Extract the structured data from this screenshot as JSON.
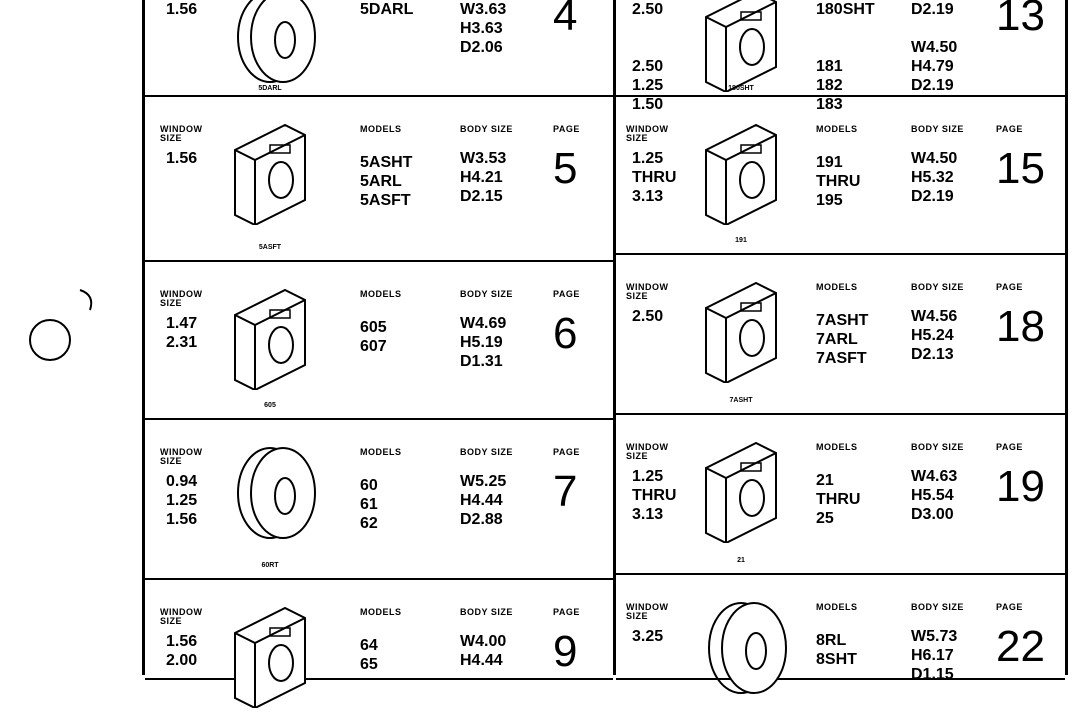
{
  "headers": {
    "window": "WINDOW SIZE",
    "models": "MODELS",
    "body": "BODY SIZE",
    "page": "PAGE"
  },
  "left": [
    {
      "window": [
        "1.56"
      ],
      "models": [
        "5DARL"
      ],
      "body": [
        "W3.63",
        "H3.63",
        "D2.06"
      ],
      "page": "4",
      "label": "5DARL",
      "shape": "round"
    },
    {
      "window": [
        "1.56"
      ],
      "models": [
        "5ASHT",
        "5ARL",
        "5ASFT"
      ],
      "body": [
        "W3.53",
        "H4.21",
        "D2.15"
      ],
      "page": "5",
      "label": "5ASFT",
      "shape": "box"
    },
    {
      "window": [
        "1.47",
        "2.31"
      ],
      "models": [
        "605",
        "607"
      ],
      "body": [
        "W4.69",
        "H5.19",
        "D1.31"
      ],
      "page": "6",
      "label": "605",
      "shape": "box"
    },
    {
      "window": [
        "0.94",
        "1.25",
        "1.56"
      ],
      "models": [
        "60",
        "61",
        "62"
      ],
      "body": [
        "W5.25",
        "H4.44",
        "D2.88"
      ],
      "page": "7",
      "label": "60RT",
      "shape": "round"
    },
    {
      "window": [
        "1.56",
        "2.00"
      ],
      "models": [
        "64",
        "65"
      ],
      "body": [
        "W4.00",
        "H4.44"
      ],
      "page": "9",
      "label": "",
      "shape": "box"
    }
  ],
  "right": [
    {
      "window": [
        "2.50",
        "",
        "",
        "2.50",
        "1.25",
        "1.50"
      ],
      "models": [
        "180SHT",
        "",
        "",
        "181",
        "182",
        "183"
      ],
      "body": [
        "D2.19",
        "",
        "W4.50",
        "H4.79",
        "D2.19"
      ],
      "page": "13",
      "label": "180SHT",
      "shape": "box"
    },
    {
      "window": [
        "1.25",
        "THRU",
        "3.13"
      ],
      "models": [
        "191",
        "THRU",
        "195"
      ],
      "body": [
        "W4.50",
        "H5.32",
        "D2.19"
      ],
      "page": "15",
      "label": "191",
      "shape": "box"
    },
    {
      "window": [
        "2.50"
      ],
      "models": [
        "7ASHT",
        "7ARL",
        "7ASFT"
      ],
      "body": [
        "W4.56",
        "H5.24",
        "D2.13"
      ],
      "page": "18",
      "label": "7ASHT",
      "shape": "box"
    },
    {
      "window": [
        "1.25",
        "THRU",
        "3.13"
      ],
      "models": [
        "21",
        "THRU",
        "25"
      ],
      "body": [
        "W4.63",
        "H5.54",
        "D3.00"
      ],
      "page": "19",
      "label": "21",
      "shape": "box"
    },
    {
      "window": [
        "3.25"
      ],
      "models": [
        "8RL",
        "8SHT"
      ],
      "body": [
        "W5.73",
        "H6.17",
        "D1.15"
      ],
      "page": "22",
      "label": "",
      "shape": "round"
    }
  ]
}
